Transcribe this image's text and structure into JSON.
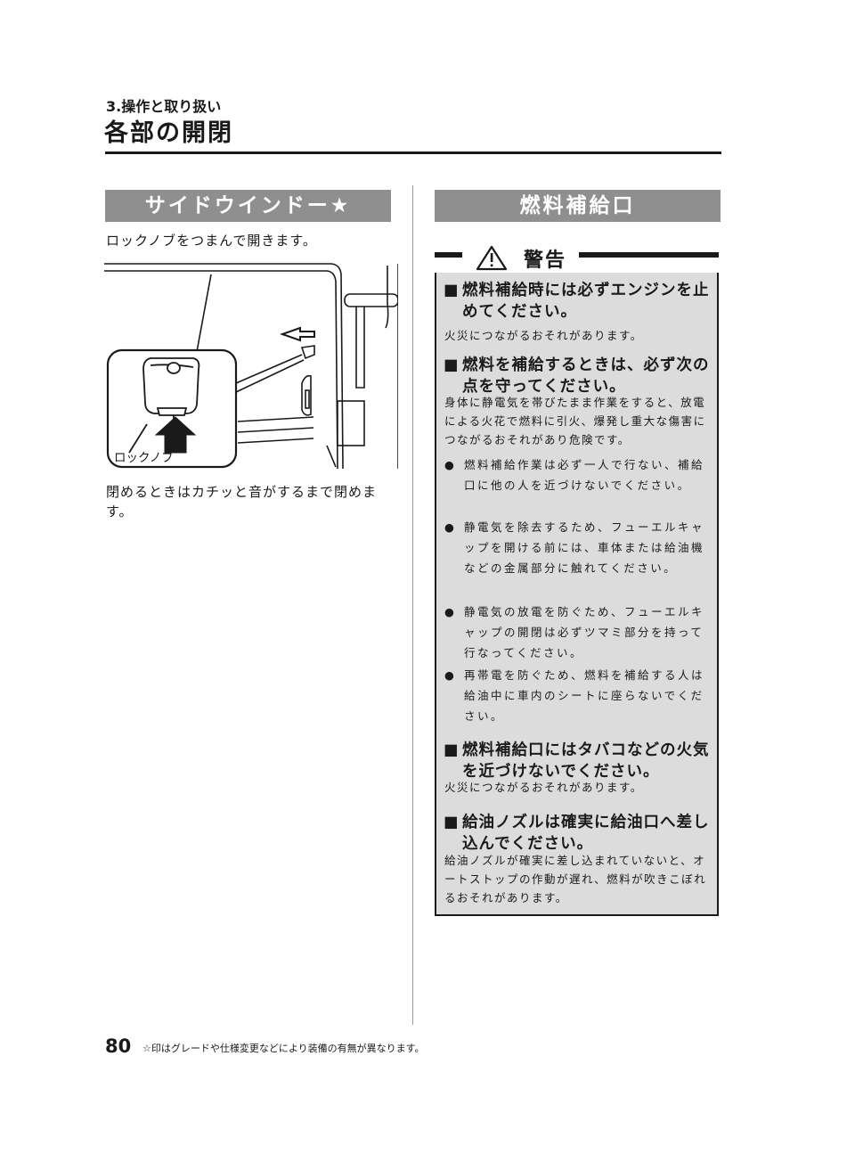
{
  "header": {
    "chapter": "3.操作と取り扱い",
    "title": "各部の開閉"
  },
  "left": {
    "banner": "サイドウインドー★",
    "intro": "ロックノブをつまんで開きます。",
    "figure_label": "ロックノブ",
    "closing": "閉めるときはカチッと音がするまで閉めます。"
  },
  "right": {
    "banner": "燃料補給口",
    "warning_label": "警告",
    "items": [
      {
        "heading": "燃料補給時には必ずエンジンを止めてください。",
        "body": "火災につながるおそれがあります。"
      },
      {
        "heading": "燃料を補給するときは、必ず次の点を守ってください。",
        "body": "身体に静電気を帯びたまま作業をすると、放電による火花で燃料に引火、爆発し重大な傷害につながるおそれがあり危険です。"
      }
    ],
    "bullets": [
      "燃料補給作業は必ず一人で行ない、補給口に他の人を近づけないでください。",
      "静電気を除去するため、フューエルキャップを開ける前には、車体または給油機などの金属部分に触れてください。",
      "静電気の放電を防ぐため、フューエルキャップの開閉は必ずツマミ部分を持って行なってください。",
      "再帯電を防ぐため、燃料を補給する人は給油中に車内のシートに座らないでください。"
    ],
    "items2": [
      {
        "heading": "燃料補給口にはタバコなどの火気を近づけないでください。",
        "body": "火災につながるおそれがあります。"
      },
      {
        "heading": "給油ノズルは確実に給油口へ差し込んでください。",
        "body": "給油ノズルが確実に差し込まれていないと、オートストップの作動が遅れ、燃料が吹きこぼれるおそれがあります。"
      }
    ]
  },
  "footer": {
    "page_number": "80",
    "note": "☆印はグレードや仕様変更などにより装備の有無が異なります。"
  },
  "colors": {
    "banner": "#8f8f8f",
    "warning_box": "#dcdcdc"
  },
  "icons": {
    "warning": "warning-triangle-icon",
    "bullet": "●",
    "heading_marker": "■"
  }
}
